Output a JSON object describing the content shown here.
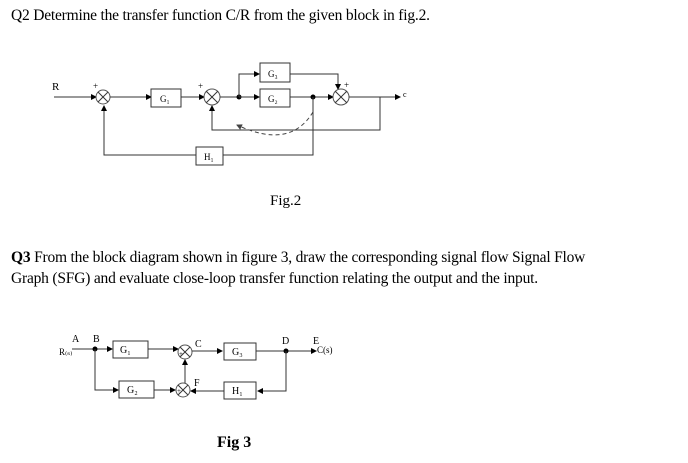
{
  "q2": {
    "text": "Q2 Determine the transfer function C/R from the given block in fig.2.",
    "figure": {
      "caption": "Fig.2",
      "input_label": "R",
      "output_label": "c",
      "blocks": {
        "g1": "G₁",
        "g2": "G₂",
        "g3": "G₃",
        "h1": "H₁"
      },
      "signs": {
        "sum1_top": "+",
        "sum2_left": "+",
        "sum3_top": "+"
      }
    }
  },
  "q3": {
    "label": "Q3",
    "line1": " From the block diagram shown in figure 3, draw the corresponding signal flow Signal Flow",
    "line2": "Graph (SFG) and evaluate close-loop transfer function relating the output and the input.",
    "figure": {
      "caption": "Fig 3",
      "input_label": "R₍ₛ₎",
      "output_label": "C(s)",
      "nodes": {
        "a": "A",
        "b": "B",
        "c": "C",
        "d": "D",
        "e": "E",
        "f": "F"
      },
      "blocks": {
        "g1": "G₁",
        "g2": "G₂",
        "g3": "G₃",
        "h1": "H₁"
      },
      "signs": {
        "sum_c": "+",
        "sum_f": "+"
      }
    }
  }
}
